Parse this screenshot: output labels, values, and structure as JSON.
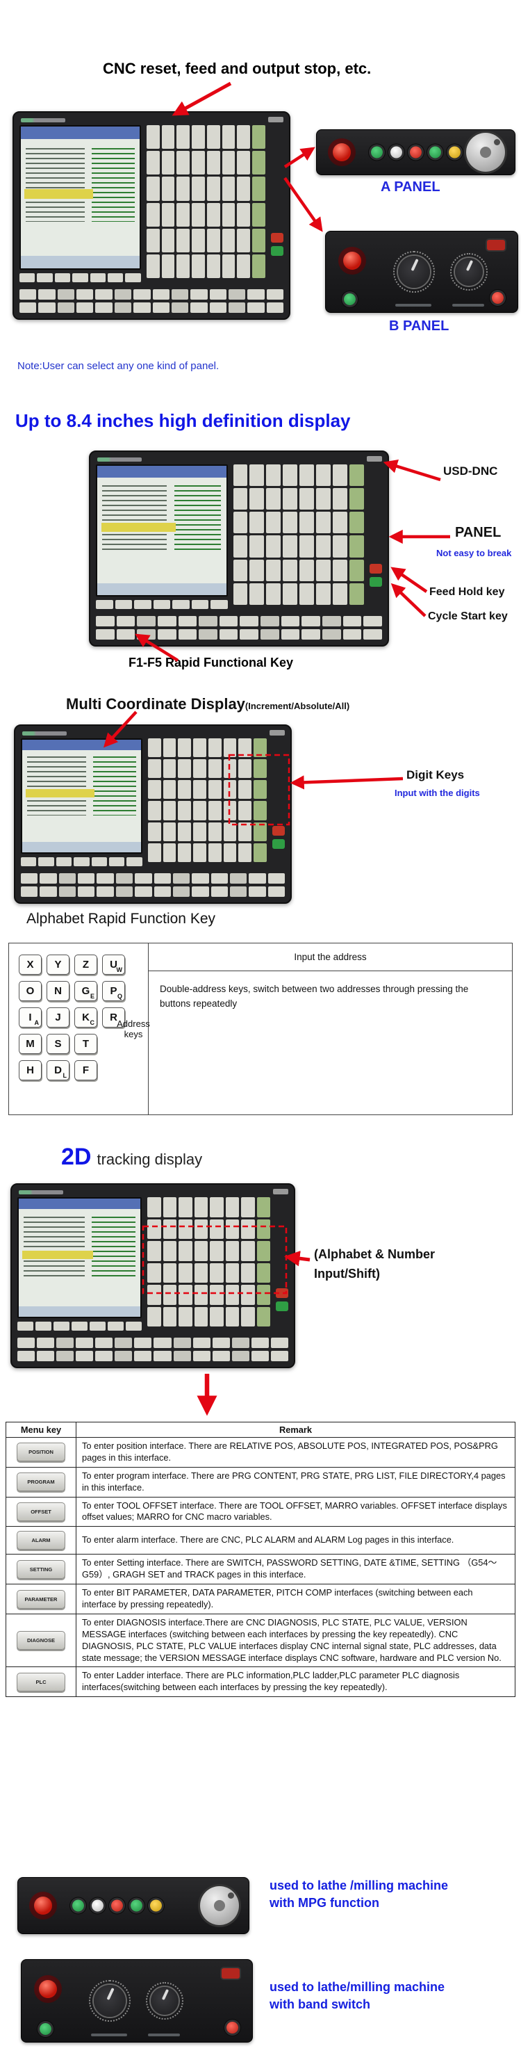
{
  "top": {
    "title": "CNC reset, feed and output  stop, etc.",
    "a_panel": "A PANEL",
    "b_panel": "B PANEL",
    "note": "Note:User can select any one kind of panel."
  },
  "display": {
    "heading": "Up to 8.4 inches high definition display",
    "usb": "USD-DNC",
    "panel": "PANEL",
    "panel_sub": "Not easy to break",
    "feed_hold": "Feed Hold key",
    "cycle_start": "Cycle Start key",
    "f1f5": "F1-F5 Rapid Functional Key"
  },
  "coordinate": {
    "heading": "Multi Coordinate Display",
    "heading_sub": "(Increment/Absolute/All)",
    "digit_keys": "Digit Keys",
    "digit_sub": "Input with the digits"
  },
  "alphabet": {
    "heading": "Alphabet Rapid Function Key",
    "input_header": "Input the address",
    "row_label": "Address keys",
    "description": "Double-address keys, switch between two addresses through pressing the buttons repeatedly",
    "rows": [
      {
        "keys": [
          {
            "m": "X",
            "s": ""
          },
          {
            "m": "Y",
            "s": ""
          },
          {
            "m": "Z",
            "s": ""
          },
          {
            "m": "U",
            "s": "W"
          }
        ]
      },
      {
        "keys": [
          {
            "m": "O",
            "s": ""
          },
          {
            "m": "N",
            "s": ""
          },
          {
            "m": "G",
            "s": "E"
          },
          {
            "m": "P",
            "s": "Q"
          }
        ]
      },
      {
        "keys": [
          {
            "m": "I",
            "s": "A"
          },
          {
            "m": "J",
            "s": ""
          },
          {
            "m": "K",
            "s": "C"
          },
          {
            "m": "R",
            "s": ""
          }
        ]
      },
      {
        "keys": [
          {
            "m": "M",
            "s": ""
          },
          {
            "m": "S",
            "s": ""
          },
          {
            "m": "T",
            "s": ""
          }
        ]
      },
      {
        "keys": [
          {
            "m": "H",
            "s": ""
          },
          {
            "m": "D",
            "s": "L"
          },
          {
            "m": "F",
            "s": ""
          }
        ]
      }
    ]
  },
  "tracking": {
    "heading_2d": "2D",
    "heading_rest": "tracking display",
    "callout_line1": "(Alphabet & Number",
    "callout_line2": "Input/Shift)"
  },
  "menu_table": {
    "header_key": "Menu key",
    "header_remark": "Remark",
    "rows": [
      {
        "key": "POSITION",
        "remark": "To enter position interface. There are RELATIVE POS, ABSOLUTE POS, INTEGRATED POS, POS&PRG pages in this interface."
      },
      {
        "key": "PROGRAM",
        "remark": "To enter program interface. There are PRG CONTENT, PRG STATE, PRG LIST, FILE DIRECTORY,4 pages in this interface."
      },
      {
        "key": "OFFSET",
        "remark": "To enter TOOL OFFSET interface. There are TOOL OFFSET, MARRO variables. OFFSET interface displays offset values; MARRO for CNC macro variables."
      },
      {
        "key": "ALARM",
        "remark": "To enter alarm interface. There are CNC, PLC ALARM and ALARM Log pages in this interface."
      },
      {
        "key": "SETTING",
        "remark": "To enter Setting interface. There are SWITCH, PASSWORD SETTING, DATE &TIME, SETTING （G54～G59）, GRAGH SET and TRACK pages in this interface."
      },
      {
        "key": "PARAMETER",
        "remark": "To enter BIT PARAMETER, DATA PARAMETER, PITCH COMP interfaces (switching between each interface by pressing repeatedly)."
      },
      {
        "key": "DIAGNOSE",
        "remark": "To enter DIAGNOSIS interface.There are CNC DIAGNOSIS, PLC STATE, PLC VALUE, VERSION MESSAGE interfaces (switching between each interfaces by pressing the key repeatedly). CNC DIAGNOSIS, PLC STATE, PLC VALUE interfaces display CNC internal signal state, PLC addresses, data state message; the VERSION MESSAGE interface displays CNC software, hardware and PLC version No."
      },
      {
        "key": "PLC",
        "remark": "To enter Ladder interface. There are PLC information,PLC ladder,PLC parameter PLC diagnosis interfaces(switching between each interfaces by pressing the key repeatedly)."
      }
    ]
  },
  "bottom": {
    "caption_mpg_line1": "used to lathe /milling machine",
    "caption_mpg_line2": "with MPG function",
    "caption_band_line1": "used to lathe/milling machine",
    "caption_band_line2": " with band switch"
  }
}
